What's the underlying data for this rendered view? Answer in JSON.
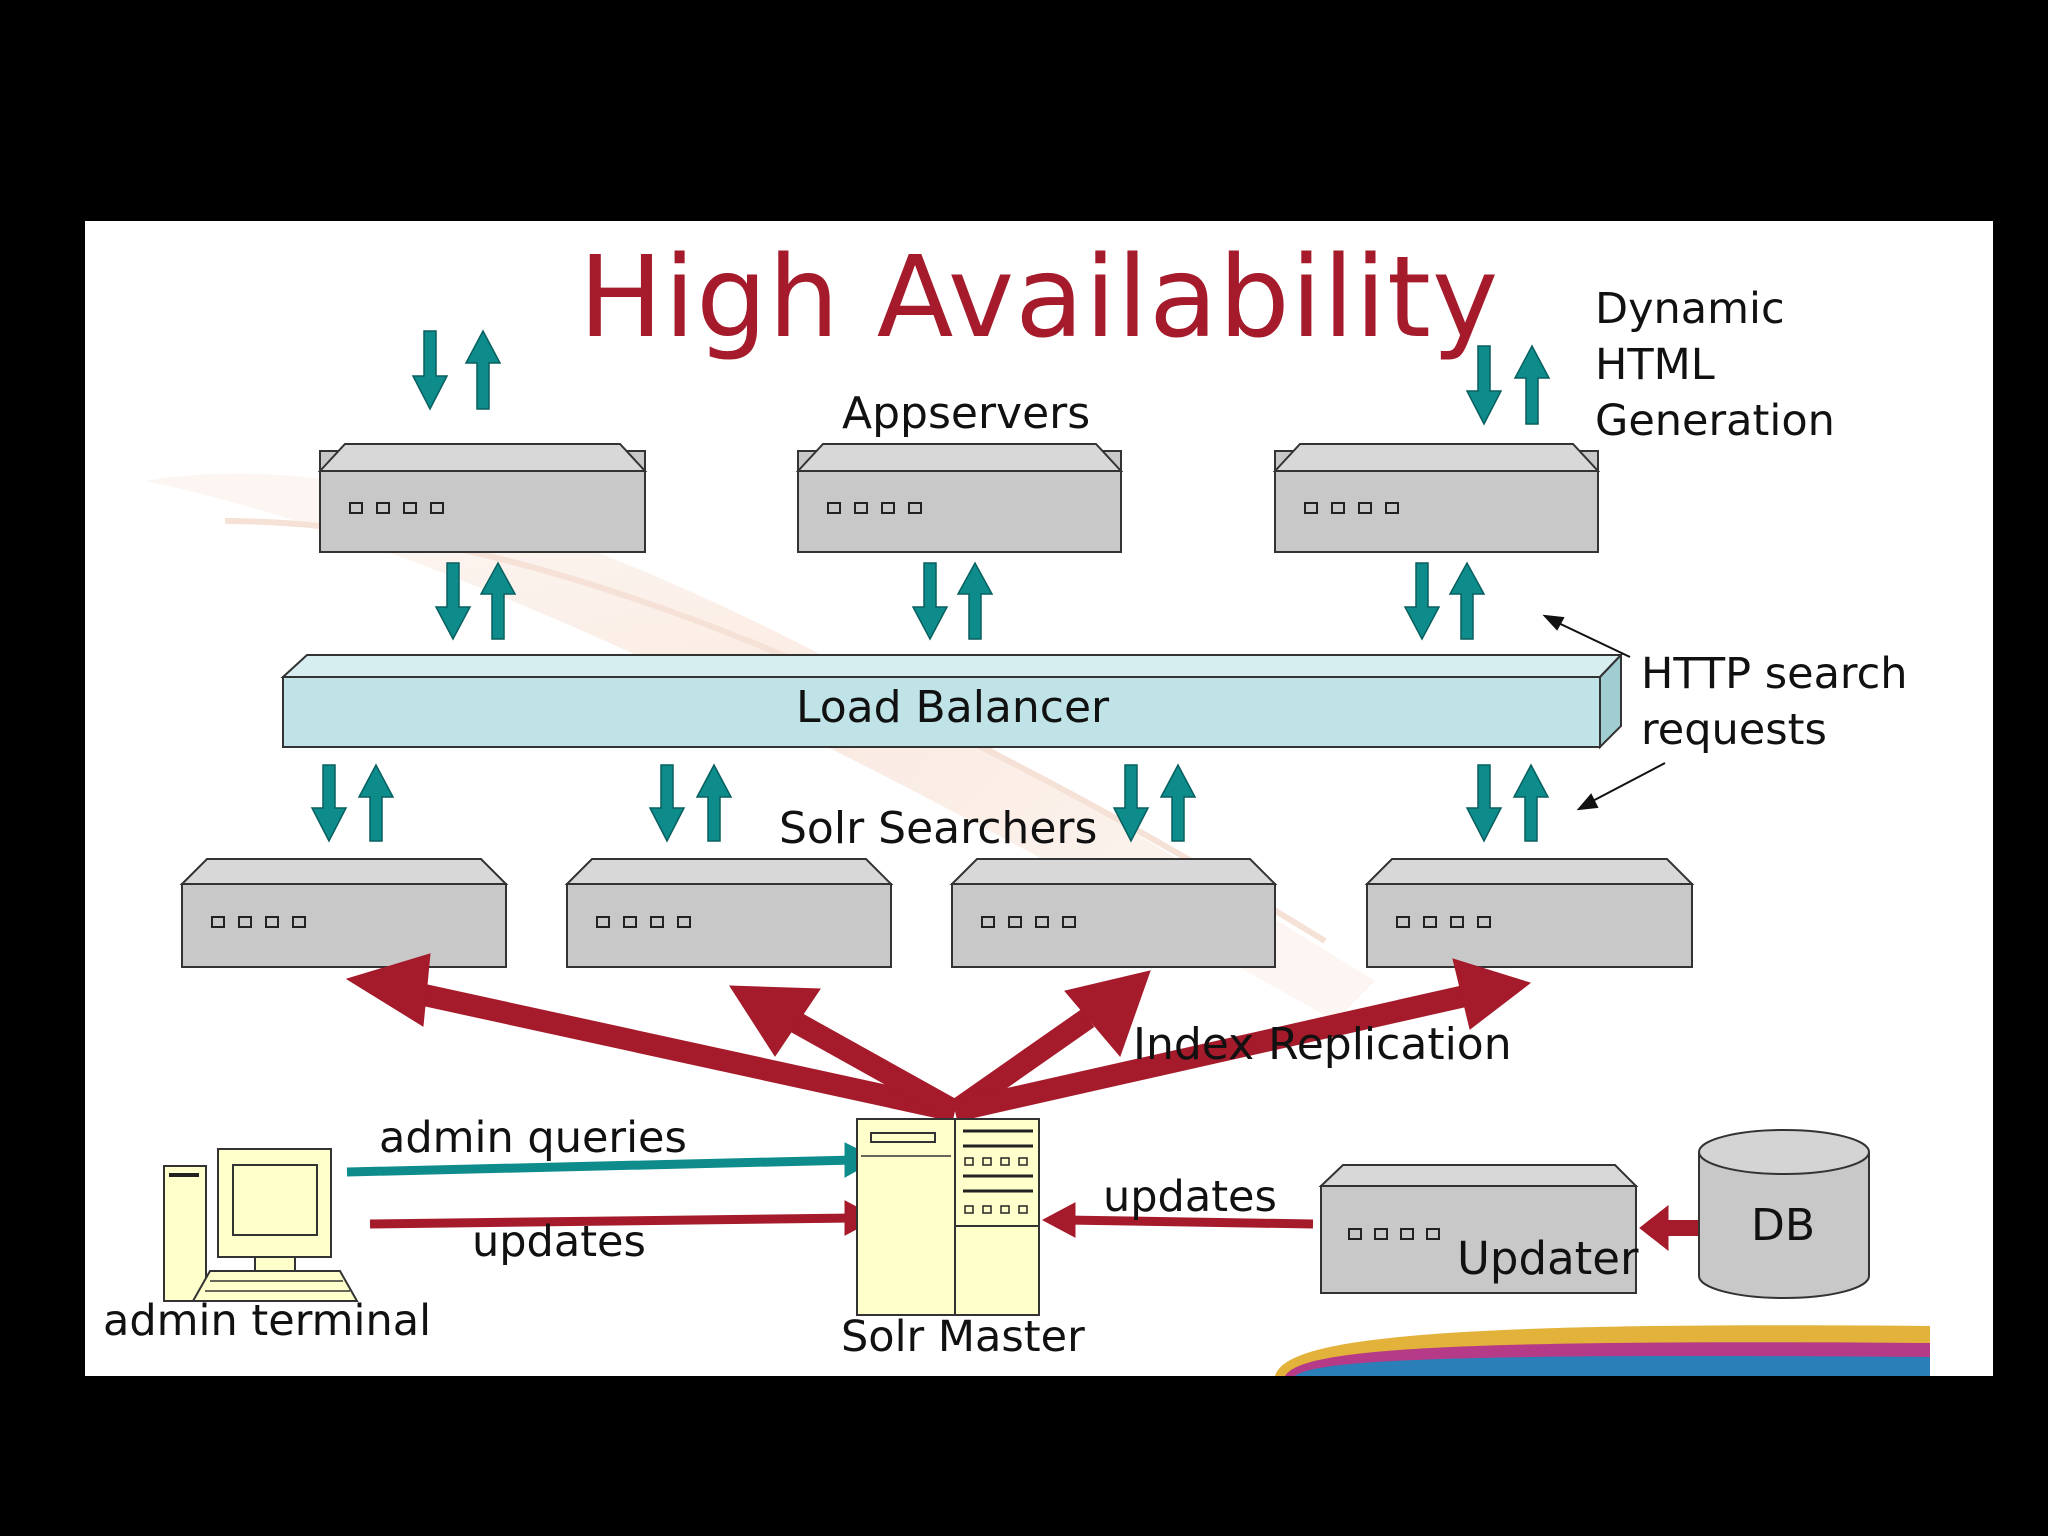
{
  "title": "High Availability",
  "labels": {
    "appservers": "Appservers",
    "dynamic_html": [
      "Dynamic",
      "HTML",
      "Generation"
    ],
    "load_balancer": "Load Balancer",
    "http_search": [
      "HTTP search",
      "requests"
    ],
    "solr_searchers": "Solr Searchers",
    "index_replication": "Index Replication",
    "admin_queries": "admin queries",
    "updates_left": "updates",
    "updates_right": "updates",
    "admin_terminal": "admin terminal",
    "solr_master": "Solr Master",
    "updater": "Updater",
    "db": "DB"
  },
  "colors": {
    "title": "#a51b2b",
    "arrow_teal": "#0e8c8c",
    "arrow_red": "#a51b2b",
    "server": "#c8c8c8",
    "load_balancer": "#bfe3e6",
    "master": "#ffffcc"
  }
}
